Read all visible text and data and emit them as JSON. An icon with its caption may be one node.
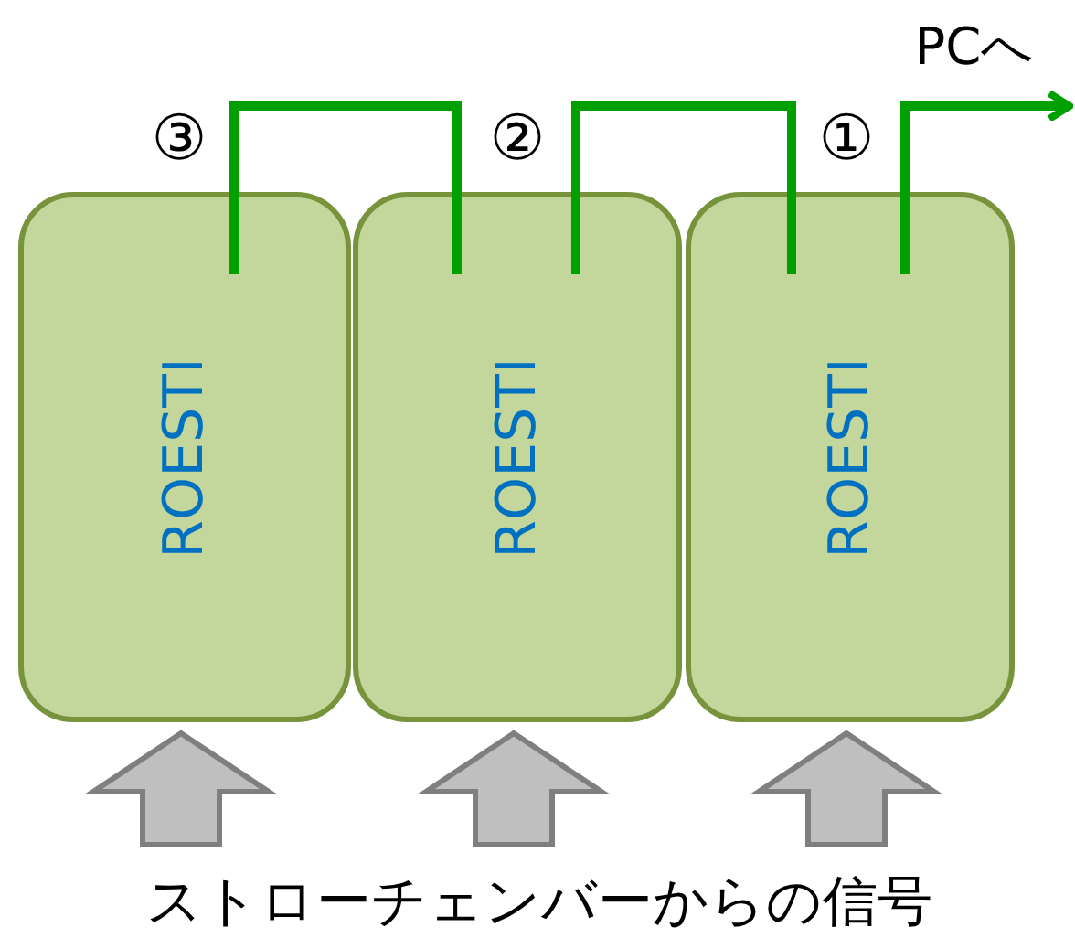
{
  "diagram": {
    "nodes": [
      {
        "text": [
          "ROESTI"
        ]
      },
      {
        "text": [
          "ROESTI"
        ]
      },
      {
        "text": [
          "ROESTI"
        ]
      },
      {
        "text": [
          "PCへ"
        ]
      },
      {
        "text": [
          "ストローチェンバーからの信号"
        ]
      }
    ],
    "edges": [
      {
        "from": 0,
        "to": 1,
        "arrow": "none",
        "color": "#00a000"
      },
      {
        "from": 1,
        "to": 2,
        "arrow": "none",
        "color": "#00a000"
      },
      {
        "from": 2,
        "to": 3,
        "arrow": "to",
        "color": "#00a000"
      },
      {
        "from": 4,
        "to": 0,
        "arrow": "to",
        "style": "thick",
        "color": "#bfbfbf"
      },
      {
        "from": 4,
        "to": 1,
        "arrow": "to",
        "style": "thick",
        "color": "#bfbfbf"
      },
      {
        "from": 4,
        "to": 2,
        "arrow": "to",
        "style": "thick",
        "color": "#bfbfbf"
      }
    ],
    "labels": [
      "③",
      "②",
      "①"
    ]
  }
}
